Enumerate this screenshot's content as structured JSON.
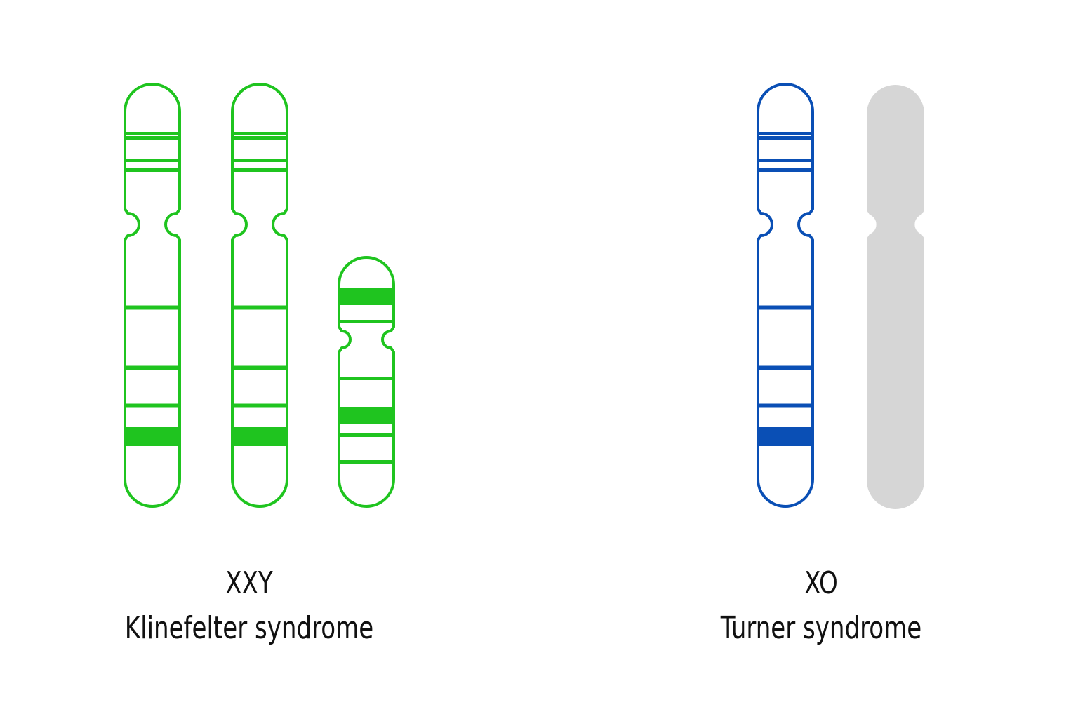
{
  "colors": {
    "green": "#1fc41f",
    "blue": "#0a4fb5",
    "missing": "#d6d6d6",
    "background": "#ffffff",
    "text": "#111111"
  },
  "panels": [
    {
      "id": "klinefelter",
      "karyotype": "XXY",
      "syndrome": "Klinefelter syndrome",
      "color": "green",
      "chromosomes": [
        "X",
        "X",
        "Y"
      ]
    },
    {
      "id": "turner",
      "karyotype": "XO",
      "syndrome": "Turner syndrome",
      "color": "blue",
      "chromosomes": [
        "X",
        "missing"
      ]
    }
  ]
}
